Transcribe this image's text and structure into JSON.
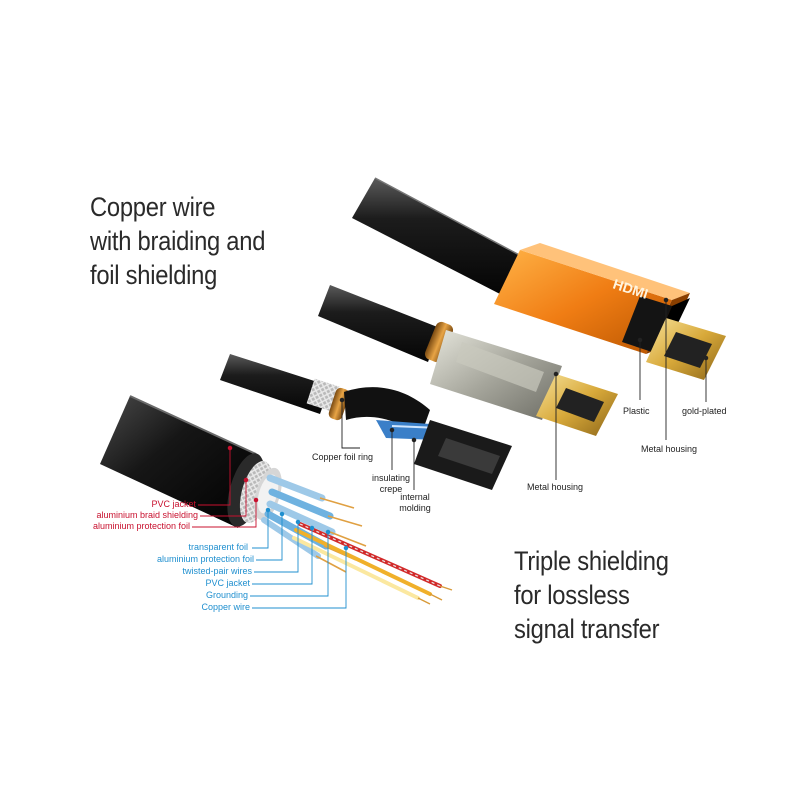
{
  "headline_top": [
    "Copper wire",
    "with braiding and",
    "foil shielding"
  ],
  "headline_bottom": [
    "Triple shielding",
    "for lossless",
    "signal transfer"
  ],
  "connector_brand": "HDMI",
  "labels": {
    "pvc_jacket_outer": "PVC jacket",
    "aluminium_braid_shielding": "aluminium braid shielding",
    "aluminium_protection_foil_outer": "aluminium protection foil",
    "transparent_foil": "transparent foil",
    "aluminium_protection_foil_inner": "aluminium protection foil",
    "twisted_pair_wires": "twisted-pair wires",
    "pvc_jacket_inner": "PVC jacket",
    "grounding": "Grounding",
    "copper_wire": "Copper wire",
    "copper_foil_ring": "Copper foil ring",
    "insulating_crepe": [
      "insulating",
      "crepe"
    ],
    "internal_molding": [
      "internal",
      "molding"
    ],
    "metal_housing_silver": "Metal housing",
    "plastic": "Plastic",
    "gold_plated": "gold-plated",
    "metal_housing_gold": "Metal housing"
  },
  "colors": {
    "text_dark": "#2a2a2a",
    "label_red": "#c8102e",
    "label_blue": "#1f8fcf",
    "cable_black": "#1a1a1a",
    "housing_orange": "#f07d14",
    "gold": "#d8a93a",
    "silver": "#9a9a92"
  }
}
